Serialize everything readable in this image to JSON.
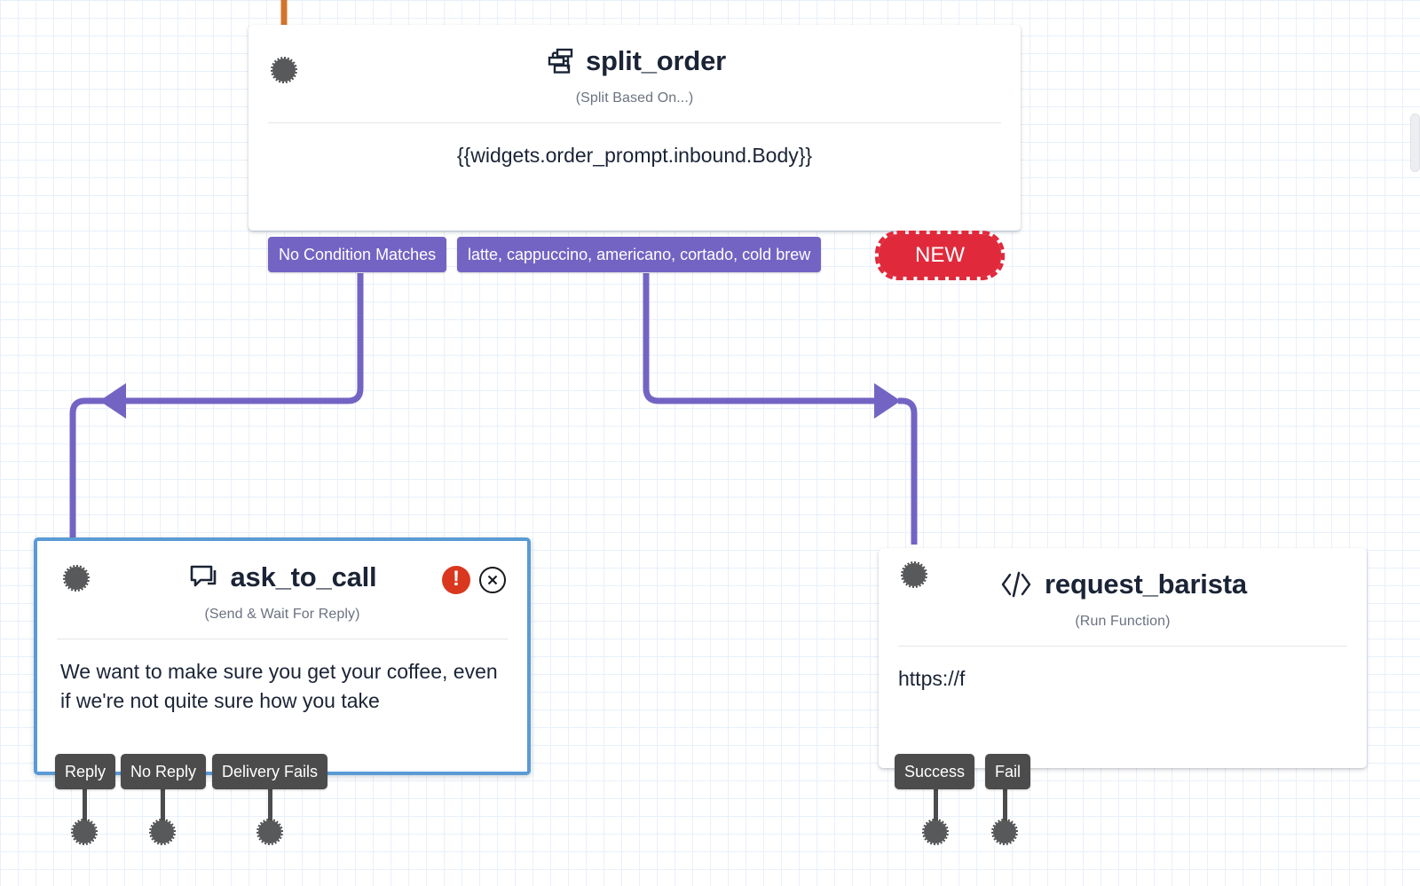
{
  "canvas": {
    "grid": true,
    "grid_color": "#e8f0fb",
    "background": "#ffffff"
  },
  "colors": {
    "edge_purple": "#7364c4",
    "edge_orange": "#d2752b",
    "pill_purple": "#7364c4",
    "pill_gray": "#4c4c4c",
    "selected_border": "#5a9bd5",
    "new_red": "#e02a3c",
    "error_red": "#d9381e",
    "handle_gray": "#58595b",
    "title_dark": "#1b2436",
    "subtitle_gray": "#6b7280"
  },
  "nodes": [
    {
      "id": "split_order",
      "title": "split_order",
      "subtitle": "(Split Based On...)",
      "body": "{{widgets.order_prompt.inbound.Body}}",
      "icon": "split-icon",
      "selected": false,
      "has_error": false,
      "outputs": [
        {
          "label": "No Condition Matches",
          "style": "purple"
        },
        {
          "label": "latte, cappuccino, americano, cortado, cold brew",
          "style": "purple"
        }
      ]
    },
    {
      "id": "ask_to_call",
      "title": "ask_to_call",
      "subtitle": "(Send & Wait For Reply)",
      "body": "We want to make sure you get your coffee, even if we're not quite sure how you take",
      "icon": "chat-bubble-icon",
      "selected": true,
      "has_error": true,
      "outputs": [
        {
          "label": "Reply",
          "style": "gray"
        },
        {
          "label": "No Reply",
          "style": "gray"
        },
        {
          "label": "Delivery Fails",
          "style": "gray"
        }
      ]
    },
    {
      "id": "request_barista",
      "title": "request_barista",
      "subtitle": "(Run Function)",
      "body": "https://f",
      "icon": "code-brackets-icon",
      "selected": false,
      "has_error": false,
      "outputs": [
        {
          "label": "Success",
          "style": "gray"
        },
        {
          "label": "Fail",
          "style": "gray"
        }
      ]
    }
  ],
  "new_button": {
    "label": "NEW"
  },
  "icons": {
    "split": "split-icon",
    "chat_bubble": "chat-bubble-icon",
    "code_brackets": "code-brackets-icon",
    "error": "error-exclamation-icon",
    "close": "close-circle-icon"
  }
}
